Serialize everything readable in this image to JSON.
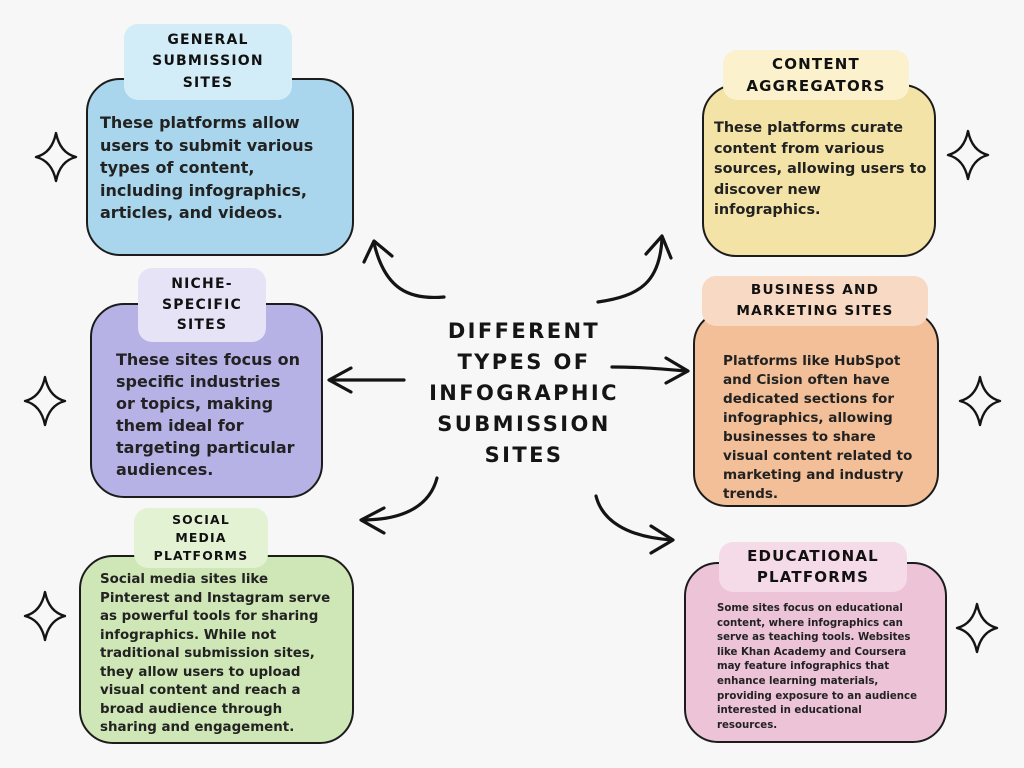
{
  "title_lines": [
    "DIFFERENT",
    "TYPES OF",
    "INFOGRAPHIC",
    "SUBMISSION",
    "SITES"
  ],
  "categories": [
    {
      "id": "general",
      "heading_lines": [
        "GENERAL",
        "SUBMISSION",
        "SITES"
      ],
      "description_lines": [
        "These platforms allow",
        "users to submit various",
        "types of content,",
        "including infographics,",
        "articles, and videos."
      ],
      "color": "#a9d6ec",
      "tag_color": "#d2ecf8"
    },
    {
      "id": "niche",
      "heading_lines": [
        "NICHE-",
        "SPECIFIC",
        "SITES"
      ],
      "description_lines": [
        "These sites focus on",
        "specific industries",
        "or topics, making",
        "them ideal for",
        "targeting particular",
        "audiences."
      ],
      "color": "#b7b2e6",
      "tag_color": "#e6e3f7"
    },
    {
      "id": "social",
      "heading_lines": [
        "SOCIAL",
        "MEDIA",
        "PLATFORMS"
      ],
      "description_lines": [
        "Social media sites like",
        "Pinterest and Instagram serve",
        "as powerful tools for sharing",
        "infographics. While not",
        "traditional submission sites,",
        "they allow users to upload",
        "visual content and reach a",
        "broad audience through",
        "sharing and engagement."
      ],
      "color": "#cfe7b6",
      "tag_color": "#e2f2d3"
    },
    {
      "id": "content",
      "heading_lines": [
        "CONTENT",
        "AGGREGATORS"
      ],
      "description_lines": [
        "These platforms curate",
        "content from various",
        "sources, allowing users to",
        "discover new",
        "infographics."
      ],
      "color": "#f3e3a6",
      "tag_color": "#fbf1cd"
    },
    {
      "id": "business",
      "heading_lines": [
        "BUSINESS AND",
        "MARKETING SITES"
      ],
      "description_lines": [
        "Platforms like HubSpot",
        "and Cision often have",
        "dedicated sections for",
        "infographics, allowing",
        "businesses to share",
        "visual content related to",
        "marketing and industry",
        "trends."
      ],
      "color": "#f3bf98",
      "tag_color": "#f8d9c4"
    },
    {
      "id": "educational",
      "heading_lines": [
        "EDUCATIONAL",
        "PLATFORMS"
      ],
      "description_lines": [
        "Some sites focus on educational",
        "content, where infographics can",
        "serve as teaching tools. Websites",
        "like Khan Academy and Coursera",
        "may feature infographics that",
        "enhance learning materials,",
        "providing exposure to an audience",
        "interested in educational",
        "resources."
      ],
      "color": "#ecc3d7",
      "tag_color": "#f5dbe8"
    }
  ],
  "decorations": {
    "sparkle_icon": "four-point-star-icon",
    "arrow_icon": "curved-arrow-icon"
  }
}
